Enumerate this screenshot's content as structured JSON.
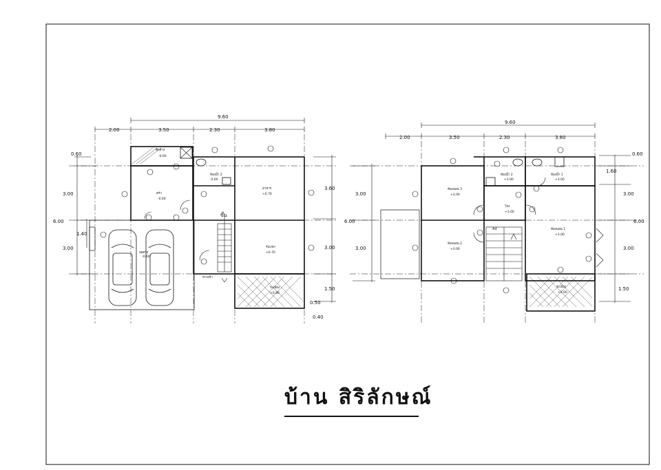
{
  "title": "บ้าน  สิริลักษณ์",
  "colors": {
    "line": "#111111",
    "paper": "#ffffff"
  },
  "plans": [
    {
      "id": "ground",
      "overall_width": "9.60",
      "bay_widths": [
        "2.00",
        "3.50",
        "2.30",
        "3.80"
      ],
      "left_dims": [
        "0.60",
        "3.00",
        "6.00",
        "1.40",
        "3.00"
      ],
      "right_dims": [
        "3.60",
        "3.00",
        "1.50"
      ],
      "extra_dims": [
        "0.50",
        "0.40",
        "0.60"
      ],
      "rooms": [
        {
          "name": "ซักล้าง",
          "level": "-0.60"
        },
        {
          "name": "ครัว",
          "level": "-0.60"
        },
        {
          "name": "ห้องน้ำ 2",
          "level": "-0.60"
        },
        {
          "name": "อาหาร",
          "level": "+0.70"
        },
        {
          "name": "รับแขก",
          "level": "+0.70"
        },
        {
          "name": "ระเบียง",
          "level": "+0.80"
        },
        {
          "name": "จอดรถ",
          "level": "-0.60"
        }
      ],
      "stair_label": "ขึ้น",
      "entry_label": "ทางเข้า"
    },
    {
      "id": "upper",
      "overall_width": "9.60",
      "bay_widths": [
        "2.00",
        "3.50",
        "2.30",
        "3.80"
      ],
      "left_dims": [
        "3.00",
        "6.00",
        "3.00"
      ],
      "right_dims": [
        "0.60",
        "1.60",
        "3.00",
        "6.00",
        "3.00",
        "1.50"
      ],
      "rooms": [
        {
          "name": "ห้องนอน 3",
          "level": "+3.00"
        },
        {
          "name": "ห้องน้ำ 2",
          "level": "+3.00"
        },
        {
          "name": "โถง",
          "level": "+3.00"
        },
        {
          "name": "ห้องน้ำ 1",
          "level": "+3.00"
        },
        {
          "name": "ห้องนอน 2",
          "level": "+3.00"
        },
        {
          "name": "ห้องนอน 1",
          "level": "+3.00"
        },
        {
          "name": "ระเบียง",
          "level": "+3.00"
        }
      ],
      "stair_label": "ลง"
    }
  ]
}
